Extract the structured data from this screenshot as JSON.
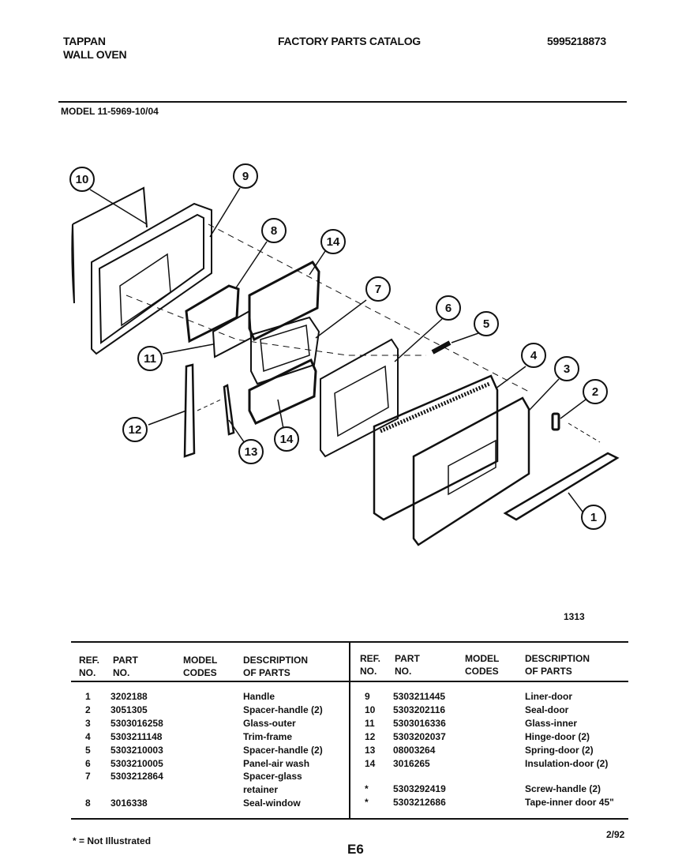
{
  "header": {
    "brand_line1": "TAPPAN",
    "brand_line2": "WALL OVEN",
    "title": "FACTORY PARTS CATALOG",
    "catalog_number": "5995218873"
  },
  "model": "MODEL 11-5969-10/04",
  "figure_number": "1313",
  "diagram_callouts": [
    "1",
    "2",
    "3",
    "4",
    "5",
    "6",
    "7",
    "8",
    "9",
    "10",
    "11",
    "12",
    "13",
    "14"
  ],
  "table": {
    "columns": [
      "REF. NO.",
      "PART NO.",
      "MODEL CODES",
      "DESCRIPTION OF PARTS"
    ],
    "col_ref_l1": "REF.",
    "col_ref_l2": "NO.",
    "col_part_l1": "PART",
    "col_part_l2": "NO.",
    "col_model_l1": "MODEL",
    "col_model_l2": "CODES",
    "col_desc_l1": "DESCRIPTION",
    "col_desc_l2": "OF PARTS",
    "left_rows": [
      {
        "ref": "1",
        "part": "3202188",
        "desc": "Handle"
      },
      {
        "ref": "2",
        "part": "3051305",
        "desc": "Spacer-handle (2)"
      },
      {
        "ref": "3",
        "part": "5303016258",
        "desc": "Glass-outer"
      },
      {
        "ref": "4",
        "part": "5303211148",
        "desc": "Trim-frame"
      },
      {
        "ref": "5",
        "part": "5303210003",
        "desc": "Spacer-handle (2)"
      },
      {
        "ref": "6",
        "part": "5303210005",
        "desc": "Panel-air wash"
      },
      {
        "ref": "7",
        "part": "5303212864",
        "desc": "Spacer-glass",
        "desc2": "retainer"
      },
      {
        "ref": "8",
        "part": "3016338",
        "desc": "Seal-window"
      }
    ],
    "right_rows": [
      {
        "ref": "9",
        "part": "5303211445",
        "desc": "Liner-door"
      },
      {
        "ref": "10",
        "part": "5303202116",
        "desc": "Seal-door"
      },
      {
        "ref": "11",
        "part": "5303016336",
        "desc": "Glass-inner"
      },
      {
        "ref": "12",
        "part": "5303202037",
        "desc": "Hinge-door (2)"
      },
      {
        "ref": "13",
        "part": "08003264",
        "desc": "Spring-door (2)"
      },
      {
        "ref": "14",
        "part": "3016265",
        "desc": "Insulation-door (2)"
      },
      {
        "ref": "*",
        "part": "5303292419",
        "desc": "Screw-handle (2)"
      },
      {
        "ref": "*",
        "part": "5303212686",
        "desc": "Tape-inner door 45\""
      }
    ]
  },
  "footnote": "* = Not Illustrated",
  "page_code": "E6",
  "date_code": "2/92"
}
